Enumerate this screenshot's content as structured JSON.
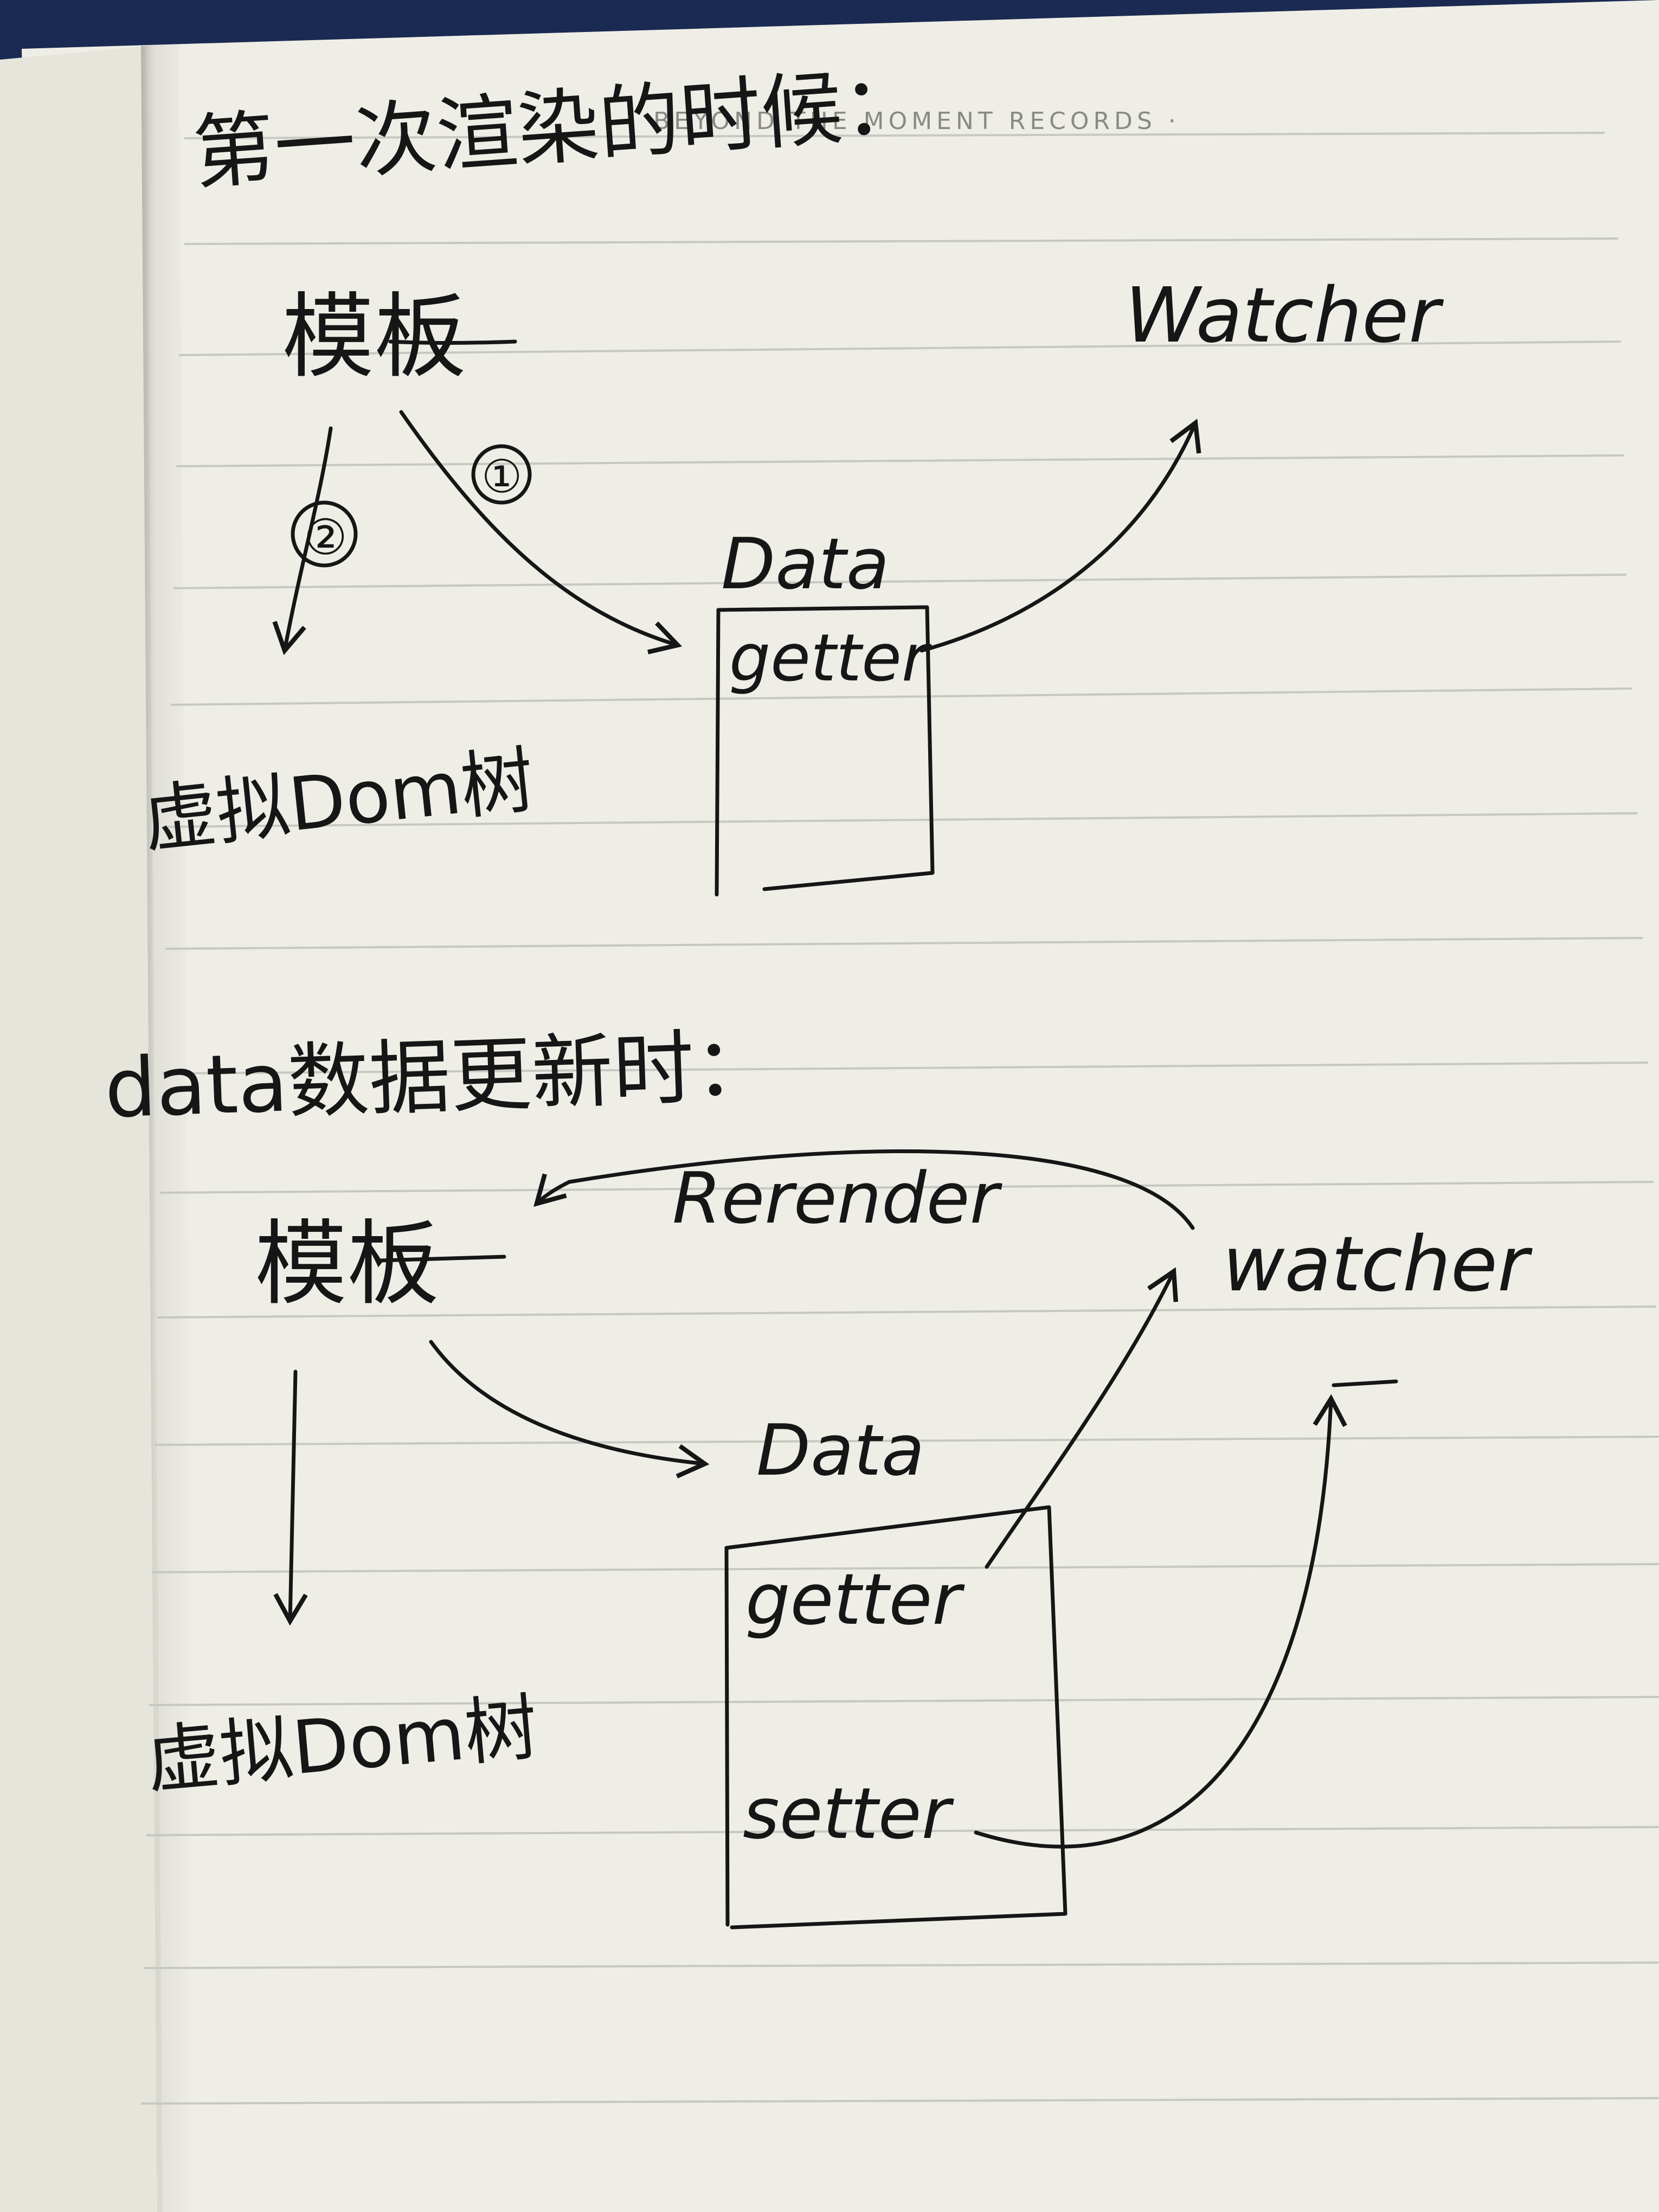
{
  "notebook": {
    "brand_header": "BEYOND THE MOMENT RECORDS ·"
  },
  "section1": {
    "heading": "第一次渲染的时候：",
    "template_label": "模板",
    "watcher_label": "Watcher",
    "data_label": "Data",
    "getter_label": "getter",
    "vdom_label": "虚拟Dom树",
    "step1_label": "①",
    "step2_label": "②"
  },
  "section2": {
    "heading": "data数据更新时：",
    "template_label": "模板",
    "rerender_label": "Rerender",
    "watcher_label": "watcher",
    "data_label": "Data",
    "getter_label": "getter",
    "setter_label": "setter",
    "vdom_label": "虚拟Dom树"
  },
  "colors": {
    "paper": "#efeee6",
    "ink": "#161616",
    "ruled_line": "#c7c8c2",
    "background": "#1b2a52"
  }
}
